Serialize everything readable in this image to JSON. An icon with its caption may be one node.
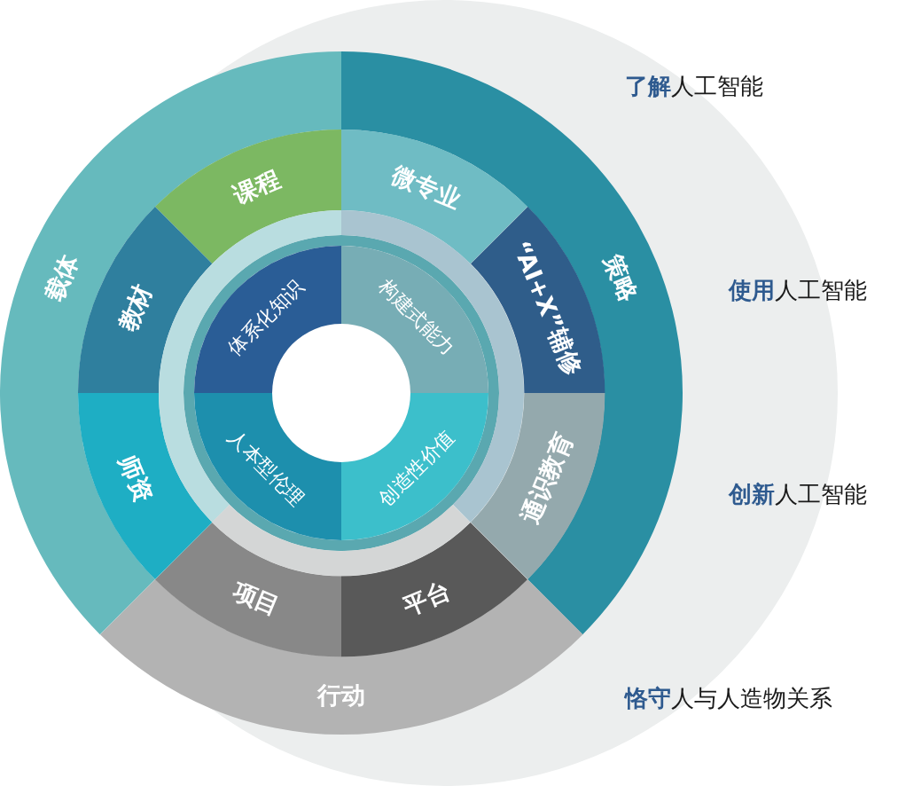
{
  "diagram": {
    "nodes": [
      {
        "text": [
          "载体"
        ]
      },
      {
        "text": [
          "策略"
        ]
      },
      {
        "text": [
          "行动"
        ]
      },
      {
        "text": [
          "课程"
        ]
      },
      {
        "text": [
          "微专业"
        ]
      },
      {
        "text": [
          "“AI+X”辅修"
        ]
      },
      {
        "text": [
          "通识教育"
        ]
      },
      {
        "text": [
          "平台"
        ]
      },
      {
        "text": [
          "项目"
        ]
      },
      {
        "text": [
          "师资"
        ]
      },
      {
        "text": [
          "教材"
        ]
      },
      {
        "text": [
          "体系化知识"
        ]
      },
      {
        "text": [
          "构建式能力"
        ]
      },
      {
        "text": [
          "创造性价值"
        ]
      },
      {
        "text": [
          "人本型伦理"
        ]
      },
      {
        "text": [],
        "shape": "band"
      },
      {
        "text": [],
        "shape": "band"
      },
      {
        "text": [],
        "shape": "band"
      }
    ],
    "edges": [],
    "labels": [
      "**了解**人工智能",
      "**使用**人工智能",
      "**创新**人工智能",
      "**恪守**人与人造物关系"
    ]
  }
}
